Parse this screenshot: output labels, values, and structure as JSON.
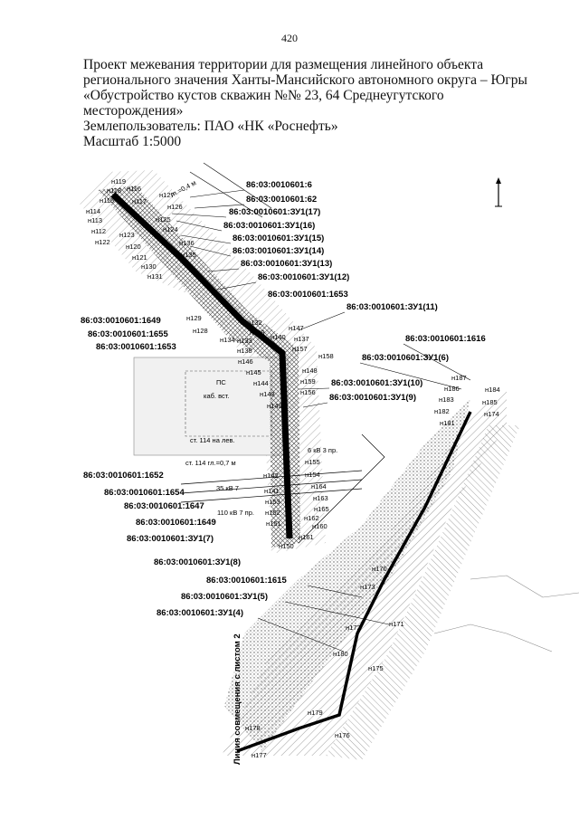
{
  "page": {
    "number": "420"
  },
  "heading": {
    "lines": [
      "Проект межевания территории для размещения линейного объекта",
      "регионального значения Ханты-Мансийского автономного округа – Югры",
      "«Обустройство кустов скважин №№ 23, 64 Среднеугутского",
      "месторождения»",
      "Землепользователь: ПАО «НК «Роснефть»",
      "Масштаб 1:5000"
    ]
  },
  "map": {
    "north_symbol": "north-arrow-icon",
    "match_line_label": "Линия совмещения с листом 2",
    "parcel_labels": [
      "86:03:0010601:6",
      "86:03:0010601:62",
      "86:03:0010601:ЗУ1(17)",
      "86:03:0010601:ЗУ1(16)",
      "86:03:0010601:ЗУ1(15)",
      "86:03:0010601:ЗУ1(14)",
      "86:03:0010601:ЗУ1(13)",
      "86:03:0010601:ЗУ1(12)",
      "86:03:0010601:1653",
      "86:03:0010601:ЗУ1(11)",
      "86:03:0010601:1649",
      "86:03:0010601:1655",
      "86:03:0010601:1653",
      "86:03:0010601:1616",
      "86:03:0010601:ЗУ1(6)",
      "86:03:0010601:ЗУ1(10)",
      "86:03:0010601:ЗУ1(9)",
      "86:03:0010601:1652",
      "86:03:0010601:1654",
      "86:03:0010601:1647",
      "86:03:0010601:1649",
      "86:03:0010601:ЗУ1(7)",
      "86:03:0010601:ЗУ1(8)",
      "86:03:0010601:1615",
      "86:03:0010601:ЗУ1(5)",
      "86:03:0010601:ЗУ1(4)"
    ],
    "point_labels": [
      "н119",
      "н118",
      "н116",
      "н127",
      "н115",
      "н117",
      "н126",
      "н114",
      "н113",
      "н125",
      "н124",
      "н112",
      "н123",
      "н122",
      "н120",
      "н136",
      "н135",
      "н121",
      "н130",
      "н131",
      "н129",
      "н132",
      "н128",
      "н139",
      "н134",
      "н133",
      "н147",
      "н140",
      "н137",
      "н138",
      "н157",
      "н146",
      "н158",
      "н148",
      "н145",
      "н159",
      "н144",
      "н156",
      "н143",
      "н149",
      "н155",
      "н154",
      "н142",
      "н141",
      "н164",
      "н153",
      "н163",
      "н152",
      "н165",
      "н162",
      "н151",
      "н160",
      "н161",
      "н150",
      "н187",
      "н186",
      "н185",
      "н184",
      "н183",
      "н182",
      "н174",
      "н181",
      "н170",
      "н173",
      "н171",
      "н172",
      "н180",
      "н175",
      "н179",
      "н178",
      "н176",
      "н177"
    ],
    "annotations": [
      "гп.=0,4 м",
      "ПС",
      "каб. вст.",
      "ст. 114 на лев.",
      "ст. 114 гл.=0,7 м",
      "35 кВ 7",
      "110 кВ 7 пр.",
      "6 кВ 3 пр."
    ]
  }
}
